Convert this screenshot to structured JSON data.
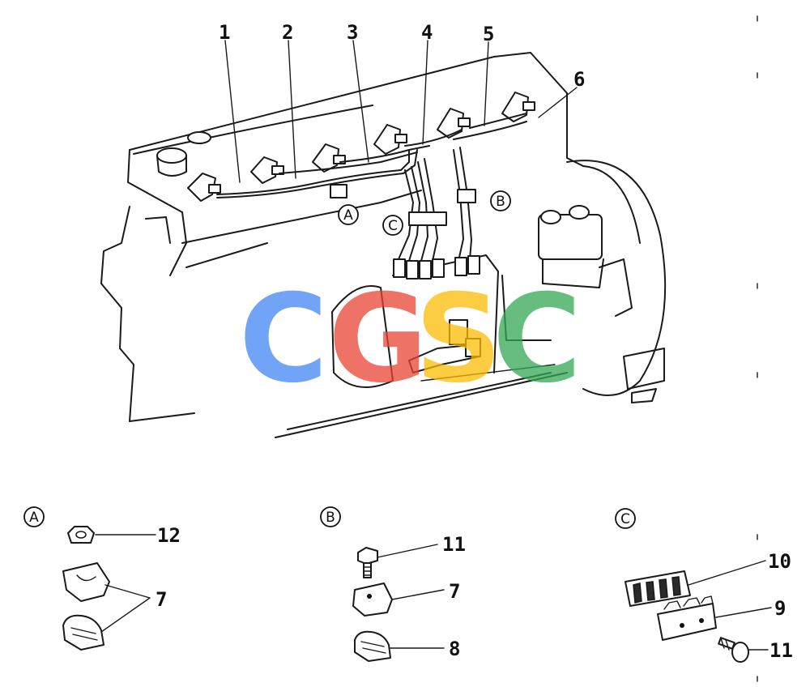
{
  "callouts": {
    "c1": "1",
    "c2": "2",
    "c3": "3",
    "c4": "4",
    "c5": "5",
    "c6": "6",
    "c7a": "7",
    "c7b": "7",
    "c8": "8",
    "c9": "9",
    "c10": "10",
    "c11b": "11",
    "c11c": "11",
    "c12": "12"
  },
  "refs": {
    "a_main": "A",
    "b_main": "B",
    "c_main": "C",
    "a_detail": "A",
    "b_detail": "B",
    "c_detail": "C"
  },
  "watermark": {
    "letters": [
      "C",
      "G",
      "S",
      "C"
    ],
    "colors": [
      "#4285F4",
      "#EA4335",
      "#FBBC05",
      "#34A853"
    ]
  }
}
